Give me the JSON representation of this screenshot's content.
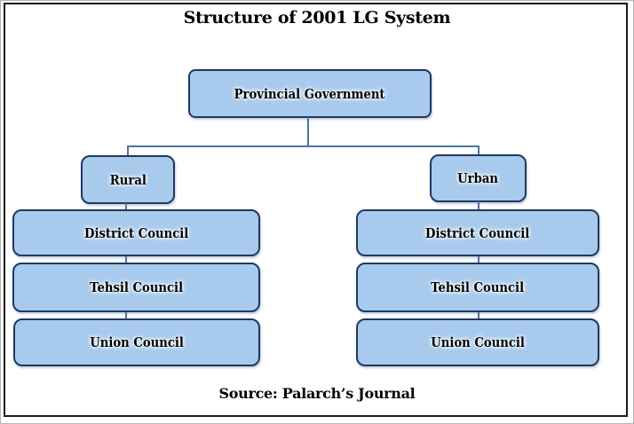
{
  "title": "Structure of 2001 LG System",
  "source": "Source: Palarch’s Journal",
  "colors": {
    "box_fill": "#a8caec",
    "box_border": "#1f3864",
    "connector": "#4c74a4",
    "frame_border": "#1a1a1a",
    "text": "#000000"
  },
  "tree": {
    "root": "Provincial Government",
    "branches": [
      {
        "name": "Rural",
        "children": [
          "District Council",
          "Tehsil Council",
          "Union Council"
        ]
      },
      {
        "name": "Urban",
        "children": [
          "District Council",
          "Tehsil Council",
          "Union Council"
        ]
      }
    ]
  }
}
